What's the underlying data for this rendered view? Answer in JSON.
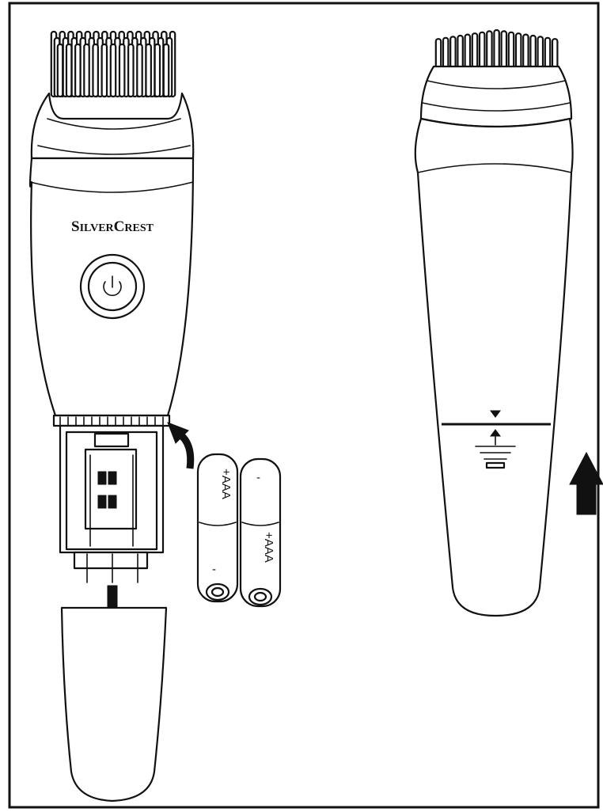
{
  "brand": {
    "prefix_initial": "S",
    "prefix_rest": "ILVER",
    "suffix_initial": "C",
    "suffix_rest": "REST"
  },
  "batteries": [
    {
      "label": "+AAA",
      "minus": "-"
    },
    {
      "label": "+AAA",
      "minus": "-"
    }
  ],
  "colors": {
    "line": "#111111",
    "background": "#ffffff"
  },
  "icons": [
    "power-icon",
    "arrow-down-icon",
    "arrow-up-icon",
    "curved-arrow-icon",
    "lock-marker-icon",
    "ground-symbol-icon"
  ]
}
